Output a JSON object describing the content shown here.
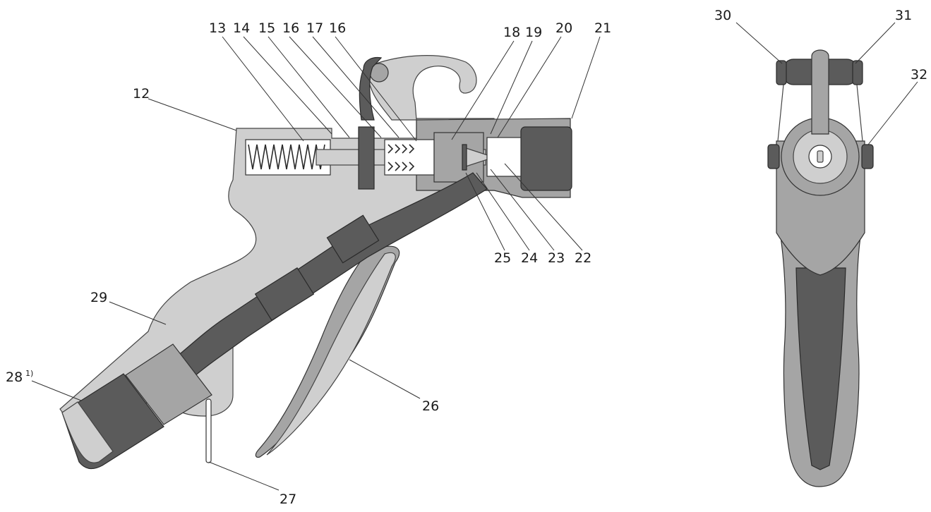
{
  "callouts": {
    "c12": "12",
    "c13": "13",
    "c14": "14",
    "c15": "15",
    "c16a": "16",
    "c17": "17",
    "c16b": "16",
    "c18": "18",
    "c19": "19",
    "c20": "20",
    "c21": "21",
    "c22": "22",
    "c23": "23",
    "c24": "24",
    "c25": "25",
    "c26": "26",
    "c27": "27",
    "c28": "28",
    "c28_note": "1)",
    "c29": "29",
    "c30": "30",
    "c31": "31",
    "c32": "32"
  },
  "colors": {
    "light": "#cfcfcf",
    "mid": "#a5a5a5",
    "dark": "#5b5b5b",
    "outline": "#333333"
  }
}
